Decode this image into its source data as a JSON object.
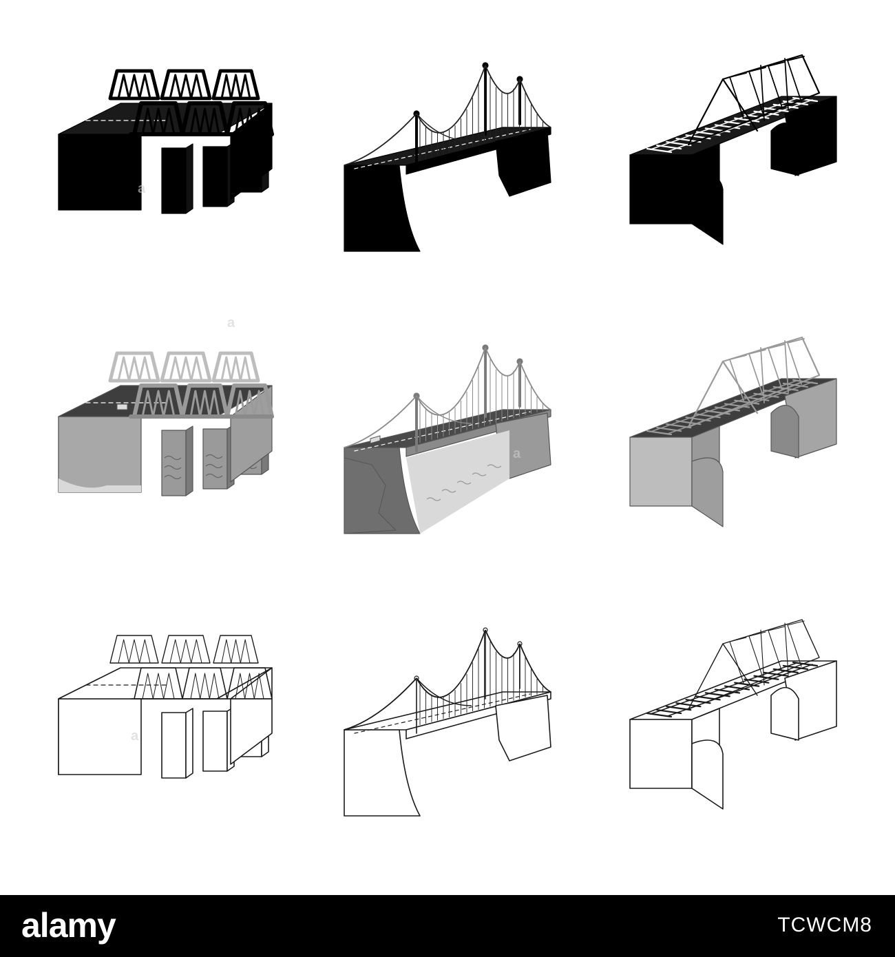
{
  "footer": {
    "logo_text": "alamy",
    "image_id": "TCWCM8"
  },
  "styles": [
    {
      "name": "solid",
      "deck": "#1a1a1a",
      "side": "#0a0a0a",
      "front": "#000000",
      "line": "#000000",
      "road": "#3a3a3a",
      "mark": "#ffffff"
    },
    {
      "name": "monochrome",
      "deck": "#7c7c7c",
      "side": "#9d9d9d",
      "front": "#b4b4b4",
      "line": "#8d8d8d",
      "road": "#3e3e3e",
      "mark": "#ffffff",
      "water": "#d9d9d9",
      "rock": "#6f6f6f"
    },
    {
      "name": "outline",
      "deck": "#ffffff",
      "side": "#ffffff",
      "front": "#ffffff",
      "line": "#1a1a1a",
      "road": "#ffffff",
      "mark": "#1a1a1a"
    }
  ],
  "bridges": [
    {
      "type": "truss-bridge",
      "icon": "truss-bridge-icon"
    },
    {
      "type": "suspension-bridge",
      "icon": "suspension-bridge-icon"
    },
    {
      "type": "railway-bridge",
      "icon": "railway-bridge-icon"
    }
  ],
  "watermark": {
    "text": "a"
  }
}
